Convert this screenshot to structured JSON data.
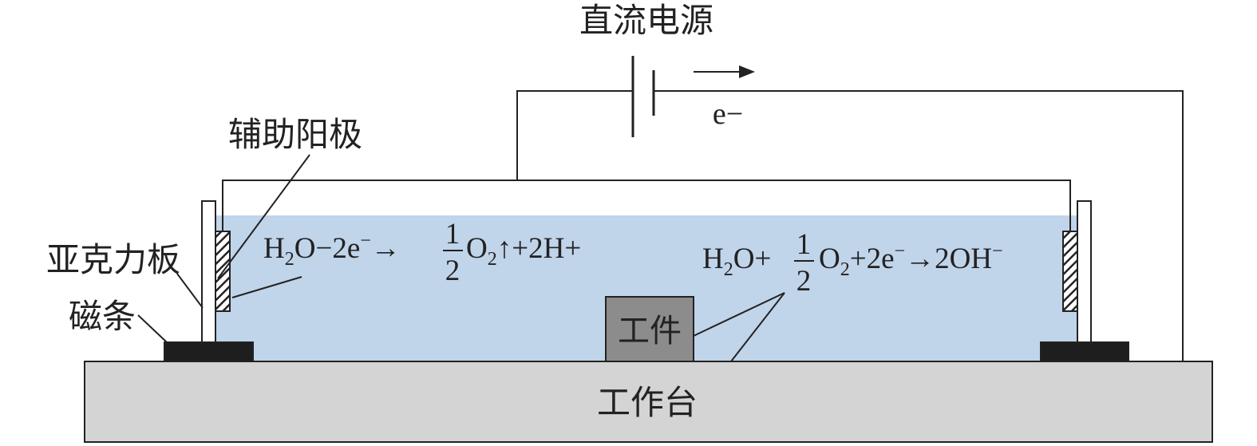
{
  "labels": {
    "power_supply": "直流电源",
    "electron": "e−",
    "aux_anode": "辅助阳极",
    "acrylic_plate": "亚克力板",
    "magnetic_strip": "磁条",
    "workpiece": "工件",
    "worktable": "工作台"
  },
  "anode_reaction": {
    "reactant": "H",
    "reactant_sub": "2",
    "reactant_tail": "O−2e",
    "charge": "−",
    "arrow": "→",
    "coef_num": "1",
    "coef_den": "2",
    "product": "O",
    "product_sub": "2",
    "product_tail": "↑+2H+"
  },
  "cathode_reaction": {
    "reactant": "H",
    "reactant_sub": "2",
    "reactant_tail": "O+",
    "coef_num": "1",
    "coef_den": "2",
    "product": "O",
    "product_sub": "2",
    "product_tail": "+2e",
    "charge": "−",
    "arrow_result": "→2OH",
    "result_charge": "−"
  },
  "colors": {
    "electrolyte": "#c0d4ea",
    "worktable": "#d4d4d4",
    "workpiece": "#8c8c8c",
    "magnetic_strip": "#1e1e1e",
    "line": "#222222"
  }
}
